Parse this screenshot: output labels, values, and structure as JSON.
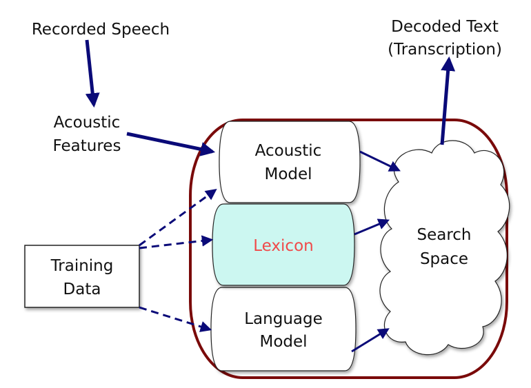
{
  "inputs": {
    "recorded_speech": "Recorded Speech",
    "acoustic_features_line1": "Acoustic",
    "acoustic_features_line2": "Features",
    "training_data_line1": "Training",
    "training_data_line2": "Data"
  },
  "output": {
    "decoded_text_line1": "Decoded Text",
    "decoded_text_line2": "(Transcription)"
  },
  "models": {
    "acoustic_model_line1": "Acoustic",
    "acoustic_model_line2": "Model",
    "lexicon": "Lexicon",
    "language_model_line1": "Language",
    "language_model_line2": "Model"
  },
  "search_space": {
    "line1": "Search",
    "line2": "Space"
  },
  "colors": {
    "arrow": "#0a0a78",
    "decoder_outline": "#7a0a0a",
    "lexicon_fill": "#ccf7f1",
    "lexicon_text": "#f04a4a"
  }
}
